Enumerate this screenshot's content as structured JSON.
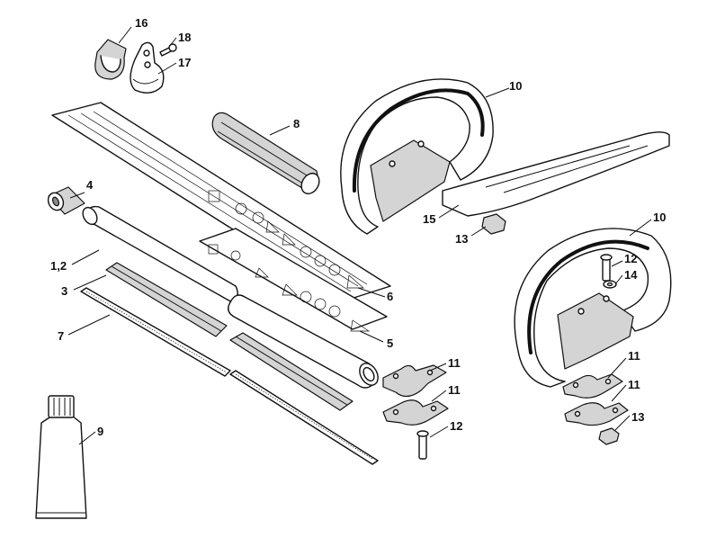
{
  "colors": {
    "ink": "#111111",
    "shade": "#d4d4d4",
    "paper": "#ffffff"
  },
  "callouts": {
    "c1_2": "1,2",
    "c3": "3",
    "c4": "4",
    "c5": "5",
    "c6": "6",
    "c7": "7",
    "c8": "8",
    "c9": "9",
    "c10a": "10",
    "c10b": "10",
    "c11a": "11",
    "c11b": "11",
    "c11c": "11",
    "c11d": "11",
    "c12a": "12",
    "c12b": "12",
    "c13a": "13",
    "c13b": "13",
    "c14": "14",
    "c15": "15",
    "c16": "16",
    "c17": "17",
    "c18": "18"
  }
}
